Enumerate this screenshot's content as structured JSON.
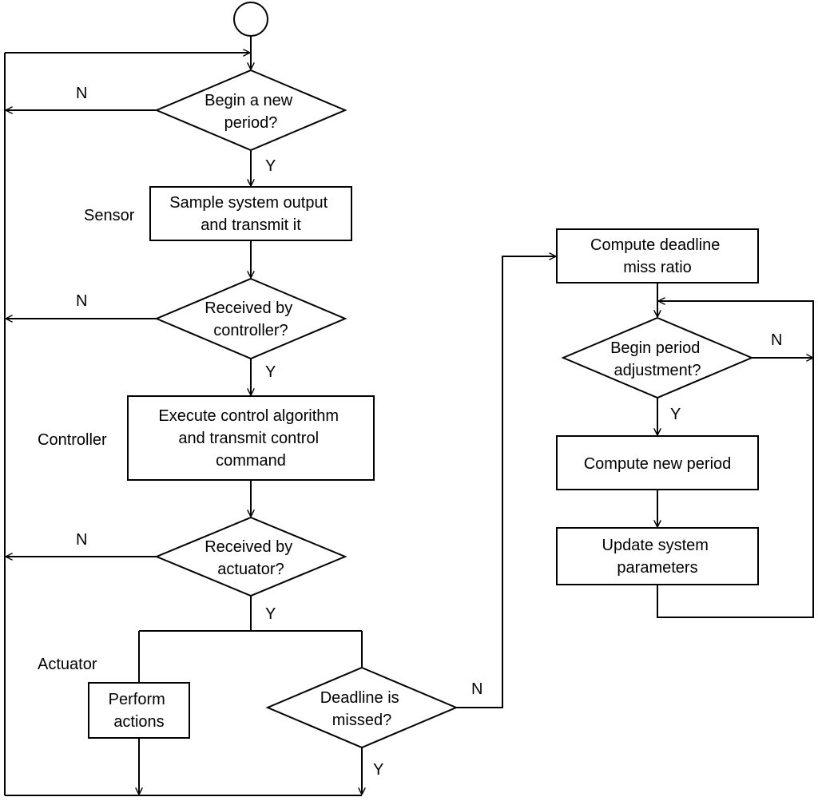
{
  "nodes": {
    "start": {
      "shape": "circle"
    },
    "begin_period": {
      "shape": "diamond",
      "lines": [
        "Begin a new",
        "period?"
      ]
    },
    "sample": {
      "shape": "rectangle",
      "lines": [
        "Sample system output",
        "and transmit it"
      ]
    },
    "received_controller": {
      "shape": "diamond",
      "lines": [
        "Received by",
        "controller?"
      ]
    },
    "execute": {
      "shape": "rectangle",
      "lines": [
        "Execute control algorithm",
        "and transmit control",
        "command"
      ]
    },
    "received_actuator": {
      "shape": "diamond",
      "lines": [
        "Received by",
        "actuator?"
      ]
    },
    "perform": {
      "shape": "rectangle",
      "lines": [
        "Perform",
        "actions"
      ]
    },
    "deadline_missed": {
      "shape": "diamond",
      "lines": [
        "Deadline is",
        "missed?"
      ]
    },
    "compute_ratio": {
      "shape": "rectangle",
      "lines": [
        "Compute deadline",
        "miss ratio"
      ]
    },
    "begin_adjust": {
      "shape": "diamond",
      "lines": [
        "Begin period",
        "adjustment?"
      ]
    },
    "compute_period": {
      "shape": "rectangle",
      "lines": [
        "Compute new period"
      ]
    },
    "update_params": {
      "shape": "rectangle",
      "lines": [
        "Update system",
        "parameters"
      ]
    }
  },
  "side_labels": {
    "sensor": "Sensor",
    "controller": "Controller",
    "actuator": "Actuator"
  },
  "branch_labels": {
    "begin_period_no": "N",
    "begin_period_yes": "Y",
    "received_controller_no": "N",
    "received_controller_yes": "Y",
    "received_actuator_no": "N",
    "received_actuator_yes": "Y",
    "deadline_missed_no": "N",
    "deadline_missed_yes": "Y",
    "begin_adjust_no": "N",
    "begin_adjust_yes": "Y"
  },
  "colors": {
    "stroke": "#000000",
    "fill": "#ffffff",
    "text": "#000000"
  }
}
